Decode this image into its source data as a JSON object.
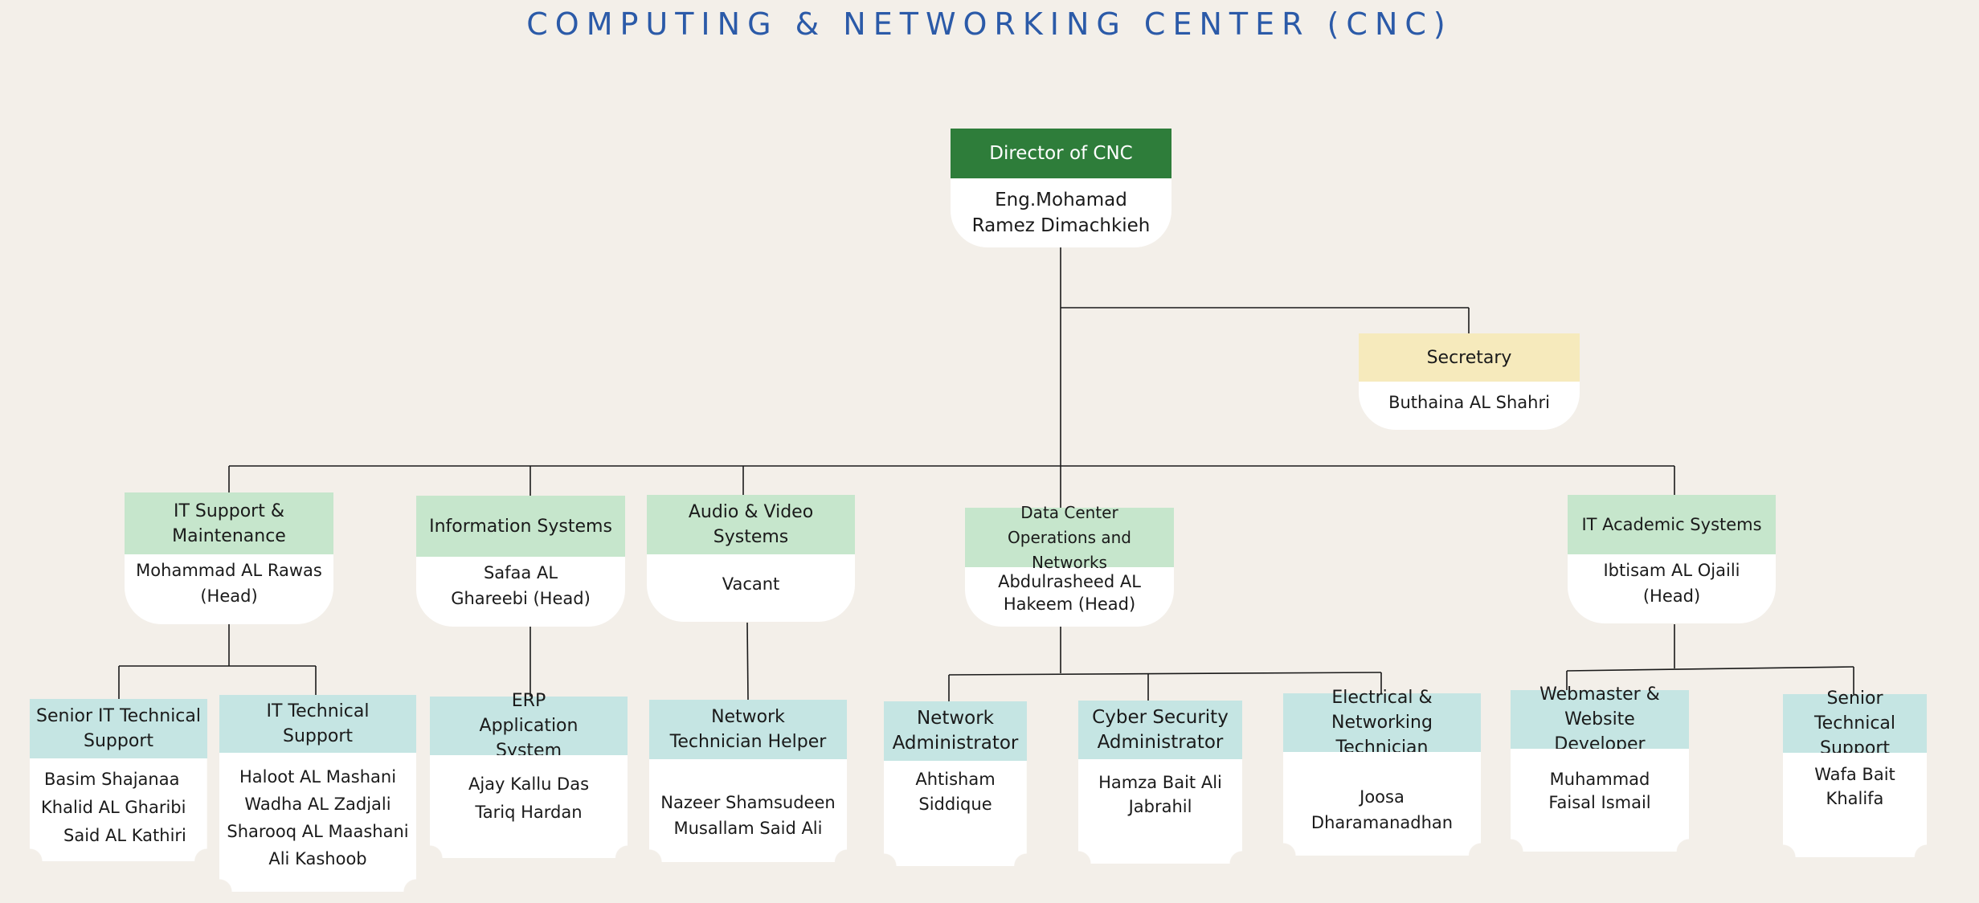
{
  "title": "COMPUTING & NETWORKING CENTER (CNC)",
  "director": {
    "role": "Director of CNC",
    "name": "Eng.Mohamad Ramez Dimachkieh"
  },
  "secretary": {
    "role": "Secretary",
    "name": "Buthaina AL Shahri"
  },
  "departments": [
    {
      "role": "IT Support & Maintenance",
      "name": "Mohammad AL Rawas (Head)"
    },
    {
      "role": "Information Systems",
      "name": "Safaa AL Ghareebi (Head)"
    },
    {
      "role": "Audio & Video Systems",
      "name": "Vacant"
    },
    {
      "role": "Data Center Operations and Networks",
      "name": "Abdulrasheed AL Hakeem (Head)"
    },
    {
      "role": "IT Academic Systems",
      "name": "Ibtisam AL Ojaili (Head)"
    }
  ],
  "staff": [
    {
      "role": "Senior IT Technical Support",
      "names": [
        "Basim Shajanaa",
        "Khalid AL Gharibi",
        "Said AL Kathiri"
      ]
    },
    {
      "role": "IT Technical Support",
      "names": [
        "Haloot AL Mashani",
        "Wadha AL Zadjali",
        "Sharooq AL Maashani",
        "Ali Kashoob"
      ]
    },
    {
      "role": "ERP Application System",
      "names": [
        "Ajay Kallu Das",
        "Tariq Hardan"
      ]
    },
    {
      "role": "Network Technician Helper",
      "names": [
        "Nazeer Shamsudeen",
        "Musallam Said Ali"
      ]
    },
    {
      "role": "Network Administrator",
      "names": [
        "Ahtisham Siddique"
      ]
    },
    {
      "role": "Cyber Security Administrator",
      "names": [
        "Hamza Bait Ali Jabrahil"
      ]
    },
    {
      "role": "Electrical & Networking Technician",
      "names": [
        "Joosa Dharamanadhan"
      ]
    },
    {
      "role": "Webmaster & Website Developer",
      "names": [
        "Muhammad Faisal Ismail"
      ]
    },
    {
      "role": "Senior Technical Support",
      "names": [
        "Wafa Bait Khalifa"
      ]
    }
  ],
  "colors": {
    "title": "#2b5aa8",
    "director_header": "#2e7d3a",
    "secretary_header": "#f6eabc",
    "department_header": "#c6e6cc",
    "staff_header": "#c5e5e3",
    "background": "#f3efe9"
  }
}
